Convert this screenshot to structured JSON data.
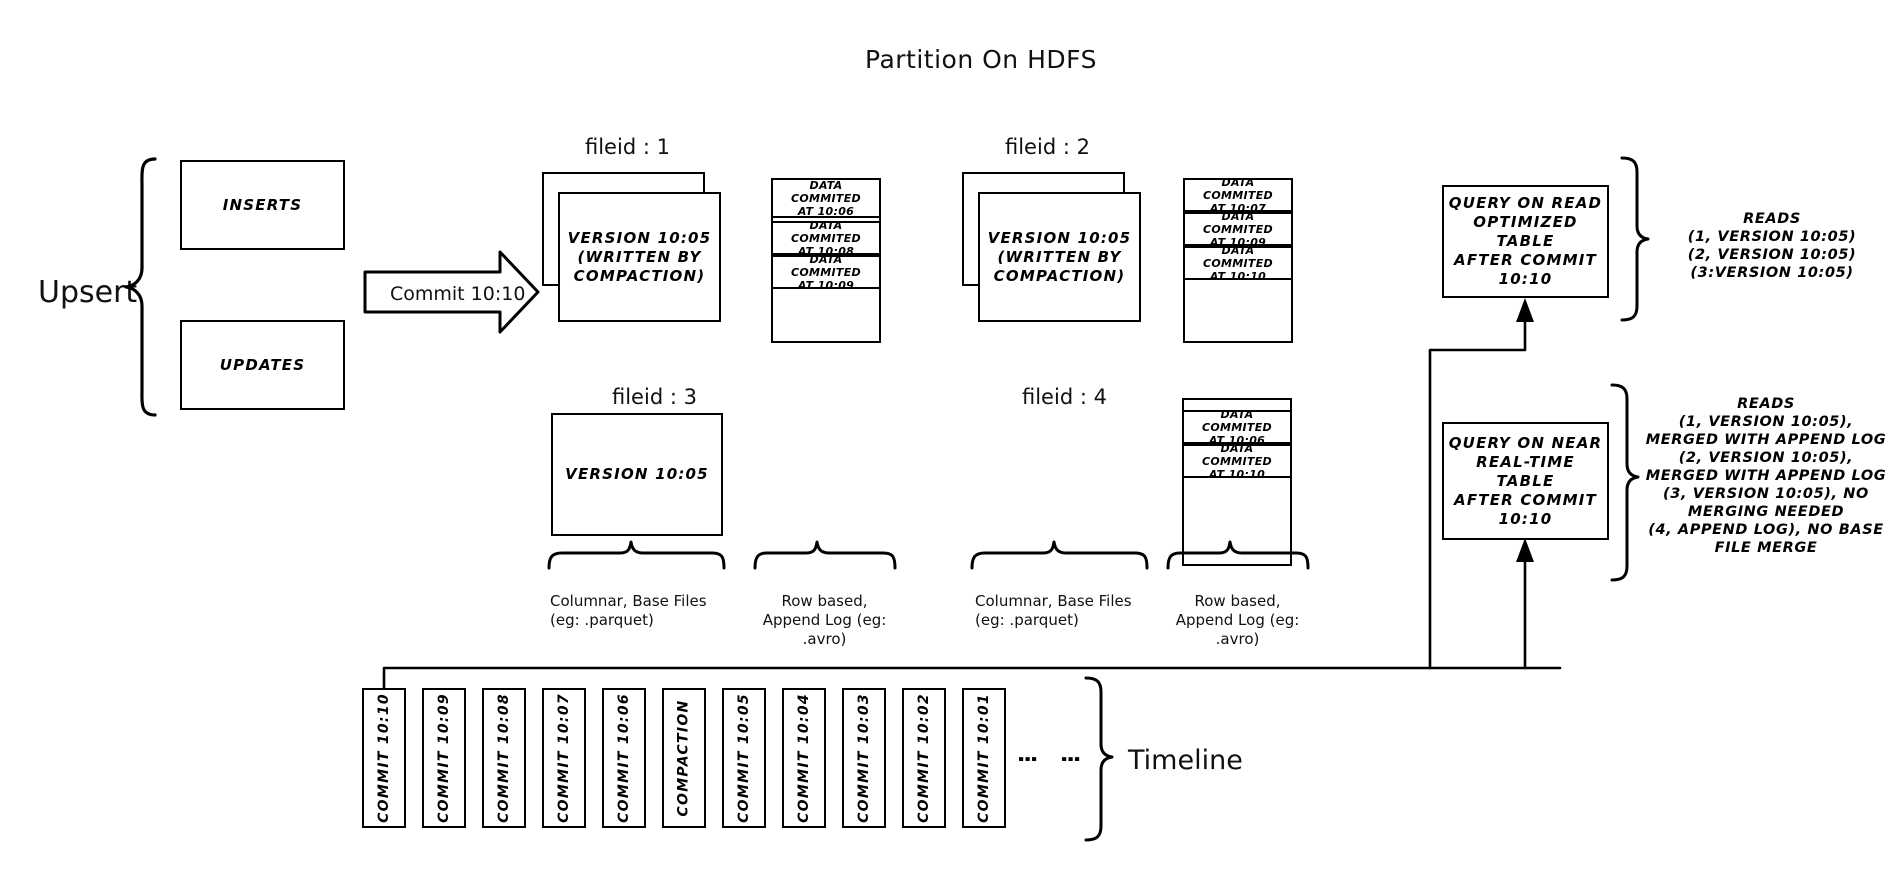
{
  "diagram": {
    "title": "Partition On HDFS",
    "upsert": {
      "label": "Upsert",
      "inserts_label": "INSERTS",
      "updates_label": "UPDATES"
    },
    "commit_arrow_label": "Commit 10:10",
    "file_groups": [
      {
        "fileid_label": "fileid : 1",
        "base_file_text": "VERSION 10:05\n(WRITTEN BY\nCOMPACTION)",
        "base_line1": "VERSION 10:05",
        "base_line2": "(WRITTEN BY",
        "base_line3": "COMPACTION)",
        "log_entries": [
          "DATA COMMITED\nAT 10:06",
          "DATA COMMITED\nAT 10:08",
          "DATA COMMITED\nAT 10:09"
        ]
      },
      {
        "fileid_label": "fileid : 2",
        "base_line1": "VERSION 10:05",
        "base_line2": "(WRITTEN BY",
        "base_line3": "COMPACTION)",
        "log_entries": [
          "DATA COMMITED\nAT 10:07",
          "DATA COMMITED\nAT 10:09",
          "DATA COMMITED\nAT 10:10"
        ]
      },
      {
        "fileid_label": "fileid : 3",
        "base_line1": "VERSION 10:05",
        "log_entries": []
      },
      {
        "fileid_label": "fileid : 4",
        "log_entries": [
          "DATA COMMITED\nAT 10:06",
          "DATA COMMITED\nAT 10:10"
        ]
      }
    ],
    "log_entry_labels": {
      "f1": [
        {
          "l1": "DATA COMMITED",
          "l2": "AT 10:06"
        },
        {
          "l1": "DATA COMMITED",
          "l2": "AT 10:08"
        },
        {
          "l1": "DATA COMMITED",
          "l2": "AT 10:09"
        }
      ],
      "f2": [
        {
          "l1": "DATA COMMITED",
          "l2": "AT 10:07"
        },
        {
          "l1": "DATA COMMITED",
          "l2": "AT 10:09"
        },
        {
          "l1": "DATA COMMITED",
          "l2": "AT 10:10"
        }
      ],
      "f4": [
        {
          "l1": "DATA COMMITED",
          "l2": "AT 10:06"
        },
        {
          "l1": "DATA COMMITED",
          "l2": "AT 10:10"
        }
      ]
    },
    "brace_captions": {
      "columnar_left_l1": "Columnar, Base Files",
      "columnar_left_l2": "(eg: .parquet)",
      "rowlog_left_l1": "Row based,",
      "rowlog_left_l2": "Append Log  (eg:",
      "rowlog_left_l3": ".avro)",
      "columnar_right_l1": "Columnar, Base Files",
      "columnar_right_l2": "(eg: .parquet)",
      "rowlog_right_l1": "Row based,",
      "rowlog_right_l2": "Append Log  (eg:",
      "rowlog_right_l3": ".avro)"
    },
    "queries": [
      {
        "name": "read-optimized",
        "l1": "QUERY ON READ",
        "l2": "OPTIMIZED TABLE",
        "l3": "AFTER COMMIT",
        "l4": "10:10",
        "reads_title": "READS",
        "reads_lines": [
          "(1, VERSION 10:05)",
          "(2, VERSION 10:05)",
          "(3:VERSION 10:05)"
        ]
      },
      {
        "name": "near-real-time",
        "l1": "QUERY ON NEAR",
        "l2": "REAL-TIME TABLE",
        "l3": "AFTER COMMIT",
        "l4": "10:10",
        "reads_title": "READS",
        "reads_lines": [
          "(1, VERSION 10:05),",
          "MERGED WITH APPEND LOG",
          "(2, VERSION 10:05),",
          "MERGED WITH APPEND LOG",
          "(3, VERSION 10:05), NO",
          "MERGING NEEDED",
          "(4, APPEND LOG), NO BASE",
          "FILE MERGE"
        ]
      }
    ],
    "timeline": {
      "label": "Timeline",
      "entries": [
        "COMMIT  10:10",
        "COMMIT  10:09",
        "COMMIT  10:08",
        "COMMIT  10:07",
        "COMMIT  10:06",
        "COMPACTION",
        "COMMIT  10:05",
        "COMMIT  10:04",
        "COMMIT  10:03",
        "COMMIT  10:02",
        "COMMIT  10:01"
      ],
      "ellipsis": "⋮"
    },
    "colors": {
      "stroke": "#000000",
      "background": "#ffffff"
    }
  }
}
